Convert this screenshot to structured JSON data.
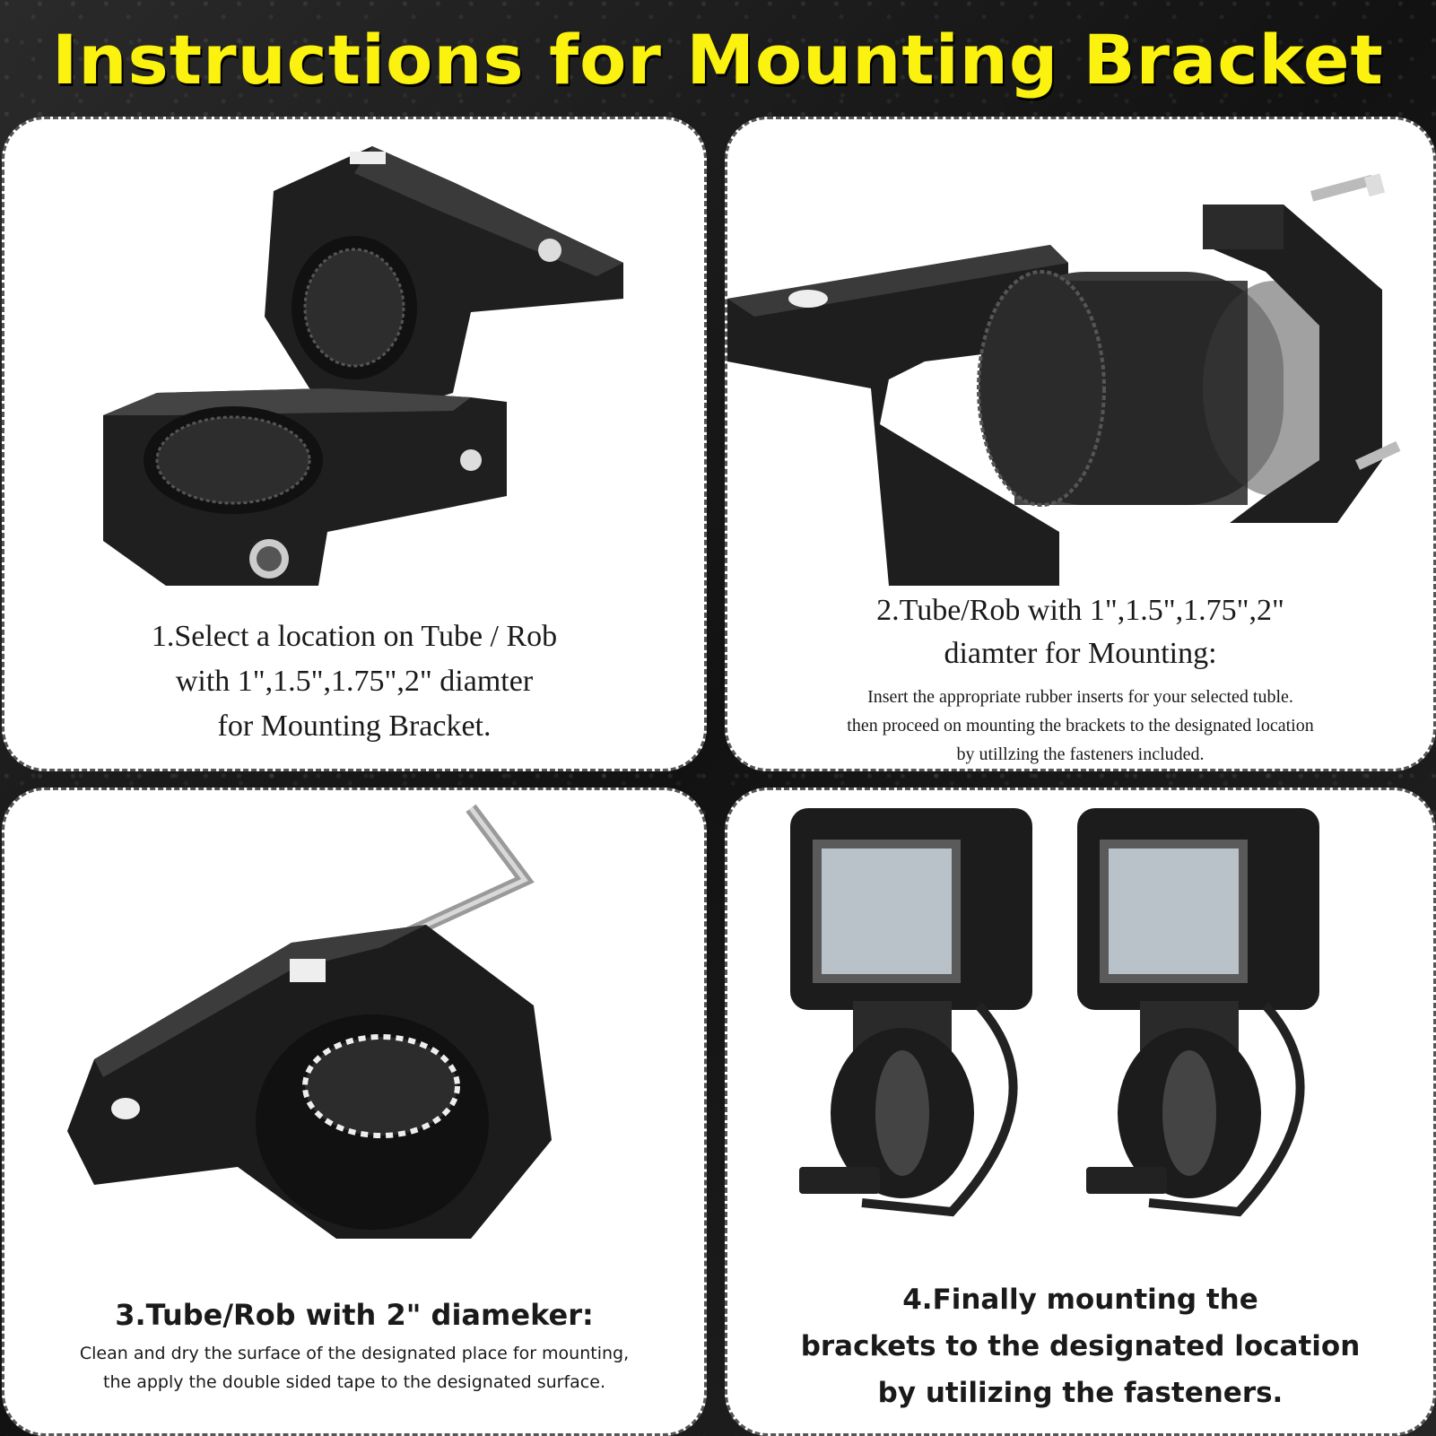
{
  "title": "Instructions for Mounting Bracket",
  "steps": [
    {
      "lines": [
        "1.Select a location on Tube / Rob",
        "with 1\",1.5\",1.75\",2\" diamter",
        "for Mounting Bracket."
      ]
    },
    {
      "heading": [
        "2.Tube/Rob with 1\",1.5\",1.75\",2\"",
        "diamter for Mounting:"
      ],
      "body": [
        "Insert the appropriate rubber inserts for your selected tuble.",
        "then proceed on mounting the brackets to the designated location",
        "by utillzing the fasteners included."
      ]
    },
    {
      "heading": [
        "3.Tube/Rob with 2\" diameker:"
      ],
      "body": [
        "Clean and dry the surface of the designated place for mounting,",
        "the apply the double sided tape to the designated surface."
      ]
    },
    {
      "lines": [
        "4.Finally mounting the",
        "brackets to the designated location",
        "by utilizing the fasteners."
      ]
    }
  ],
  "colors": {
    "title": "#fbf20f",
    "panel": "#ffffff",
    "background": "#1b1b1b",
    "bracket": "#1e1e1e"
  }
}
